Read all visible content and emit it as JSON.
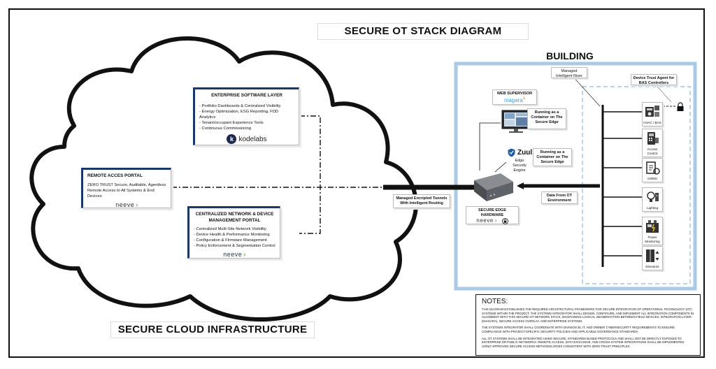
{
  "diagram": {
    "title": "SECURE OT STACK DIAGRAM",
    "building_title": "BUILDING",
    "cloud_caption": "SECURE CLOUD INFRASTRUCTURE",
    "enterprise": {
      "title": "ENTERPRISE SOFTWARE LAYER",
      "items": [
        "- Portfolio Dashboards & Centralized Visibility",
        "- Energy Optimization, ESG Reporting, FDD Analytics",
        "- Tenant/occupant Experience Tools",
        "- Continuous Commissioning"
      ],
      "logo_text": "kodelabs",
      "logo_badge": "k"
    },
    "remote": {
      "title": "REMOTE ACCES PORTAL",
      "body": "ZERO TRUST Secure, Auditable, Agentless Remote Access to All Systems & End Devices",
      "logo_text": "neeve"
    },
    "network": {
      "title": "CENTRALIZED NETWORK & DEVICE MANAGEMENT PORTAL",
      "items": [
        "- Centralized Multi-Site Network Visibility",
        "- Device Health & Performance Monitoring",
        "- Configuration & Firmware Management",
        "- Policy Enforcement & Segmentation Control"
      ],
      "logo_text": "neeve"
    },
    "tunnel_label": "Managed Encripted Tunnels With Intelligent Routing",
    "web_supervisor": {
      "title": "WEB SUPERVISOR",
      "logo_text": "niagara",
      "logo_sup": "4",
      "container_label": "Running as a Container on The Secure Edge"
    },
    "zuul": {
      "logo_text": "Zuul",
      "subtitle": "Edge Security Engine",
      "container_label": "Running as a Container on The Secure Edge"
    },
    "edge": {
      "title": "SECURE EDGE HARDWARE",
      "logo_text": "neeve"
    },
    "data_label": "Data From OT Environment",
    "riser_label": "Managed Intelligent Riser",
    "trust_agent_label": "Device Trust Agent for BAS Controllers",
    "devices": [
      {
        "name": "HVAC / BAS",
        "icon": "hvac-icon"
      },
      {
        "name": "Access Control",
        "icon": "access-control-icon"
      },
      {
        "name": "CMMS",
        "icon": "cmms-icon"
      },
      {
        "name": "Lighting",
        "icon": "lighting-icon"
      },
      {
        "name": "Power Monitoring",
        "icon": "power-monitoring-icon"
      },
      {
        "name": "Elevators",
        "icon": "elevator-icon"
      }
    ],
    "notes": {
      "heading": "NOTES:",
      "paragraphs": [
        "This diagram establishes the required architectural framework for secure integration of operational technology (OT) systems within the project. The systems integrator shall design, configure, and implement all integration components in alignment with this secure OT network stack, maintaining logical segmentation between field devices, integration layer (Niagara), secure access overlay, and enterprise systems.",
        "The systems integrator shall coordinate with division 25, IT, and owner cybersecurity requirements to ensure compliance with project-specific security policies and applicable governance standards.",
        "All OT systems shall be integrated using secure, standards-based protocols and shall not be directly exposed to enterprise or public networks. Remote access, data exchange, and cross-system integrations shall be implemented using approved secure access methodologies consistent with zero trust principles."
      ]
    },
    "colors": {
      "building_border": "#a9c9e6",
      "accent": "#173a6b",
      "neeve_green": "#5fb547",
      "zuul_blue": "#1f5fa8"
    }
  }
}
